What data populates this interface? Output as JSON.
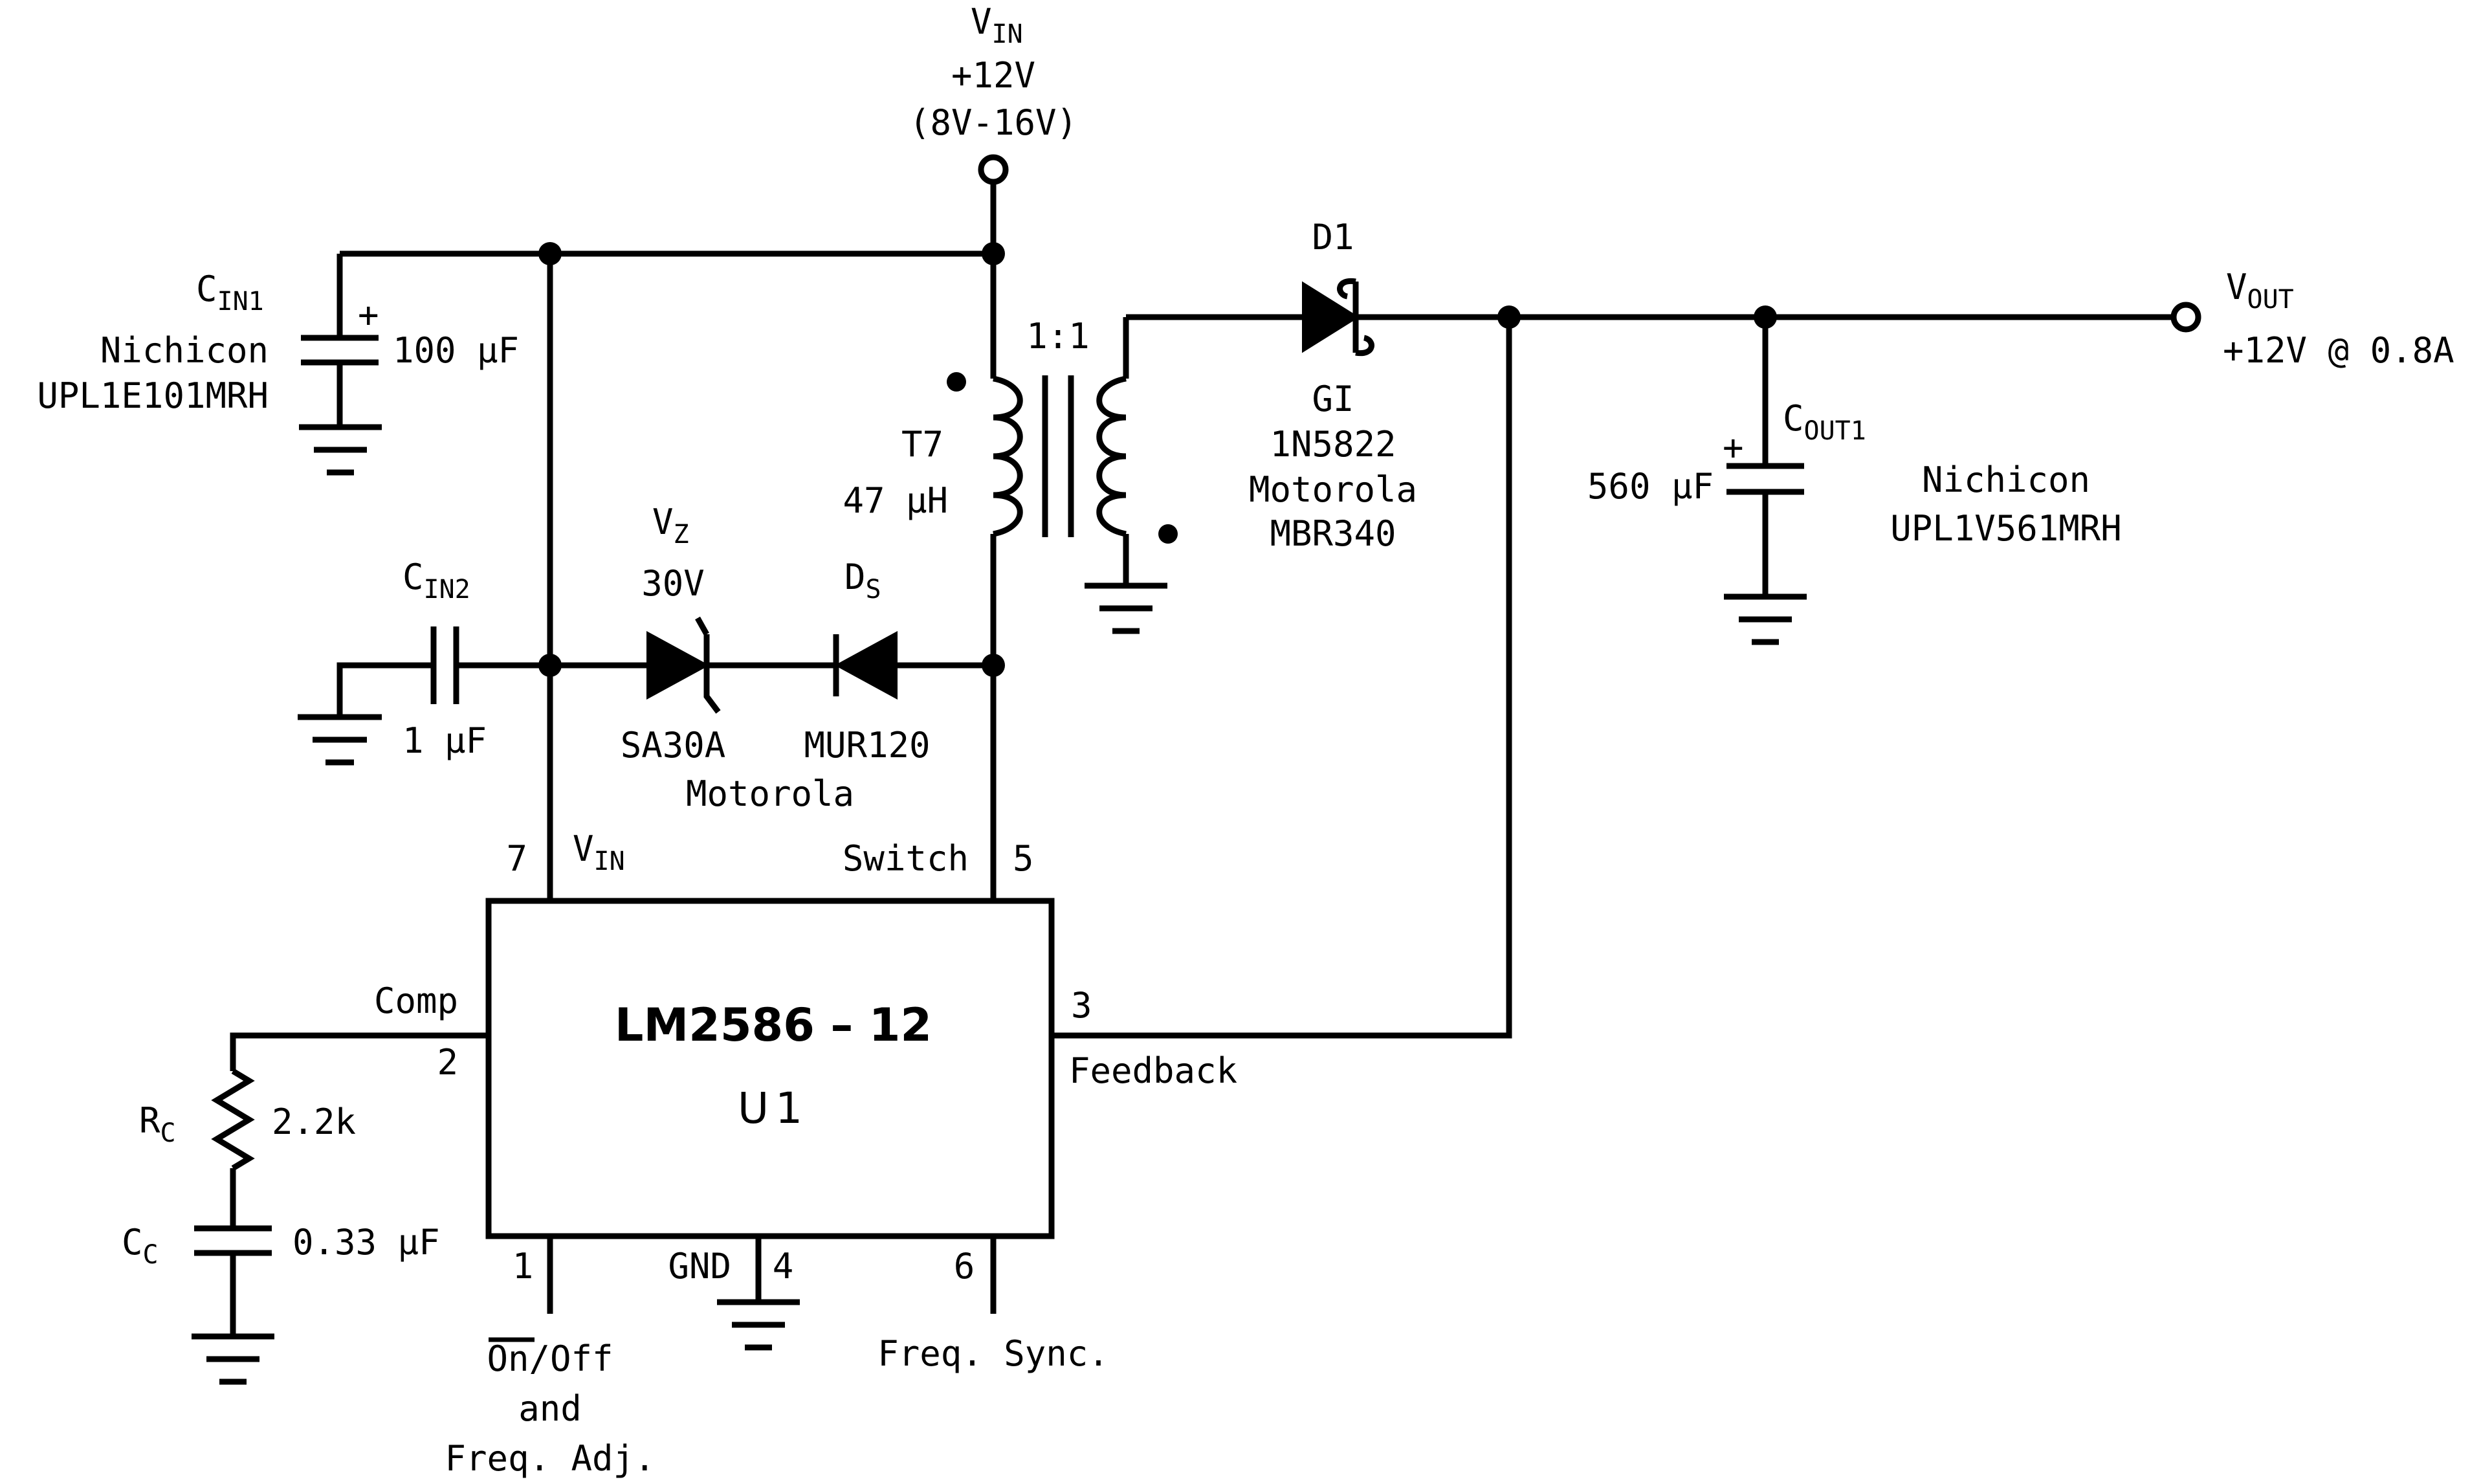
{
  "vin": {
    "symbol": "V",
    "sub": "IN",
    "voltage": "+12V",
    "range": "(8V-16V)"
  },
  "vout": {
    "symbol": "V",
    "sub": "OUT",
    "rating": "+12V @ 0.8A"
  },
  "cin1": {
    "symbol": "C",
    "sub": "IN1",
    "maker": "Nichicon",
    "part": "UPL1E101MRH",
    "value": "100 μF",
    "polarity": "+"
  },
  "cin2": {
    "symbol": "C",
    "sub": "IN2",
    "value": "1 μF"
  },
  "transformer": {
    "ratio": "1:1",
    "ref": "T7",
    "value": "47 μH"
  },
  "d1": {
    "ref": "D1",
    "maker1": "GI",
    "part1": "1N5822",
    "maker2": "Motorola",
    "part2": "MBR340"
  },
  "vz": {
    "symbol": "V",
    "sub": "Z",
    "value": "30V",
    "part": "SA30A"
  },
  "ds": {
    "symbol": "D",
    "sub": "S",
    "part": "MUR120"
  },
  "snubber_maker": "Motorola",
  "cout1": {
    "symbol": "C",
    "sub": "OUT1",
    "value": "560 μF",
    "maker": "Nichicon",
    "part": "UPL1V561MRH",
    "polarity": "+"
  },
  "rc": {
    "symbol": "R",
    "sub": "C",
    "value": "2.2k"
  },
  "cc": {
    "symbol": "C",
    "sub": "C",
    "value": "0.33 μF"
  },
  "ic": {
    "part": "LM2586 – 12",
    "ref": "U1",
    "pins": {
      "vin": {
        "num": "7",
        "symbol": "V",
        "sub": "IN"
      },
      "switch": {
        "num": "5",
        "name": "Switch"
      },
      "comp": {
        "num": "2",
        "name": "Comp"
      },
      "feedback": {
        "num": "3",
        "name": "Feedback"
      },
      "onoff": {
        "num": "1",
        "name_over": "On",
        "name_rest": "/Off",
        "line2": "and",
        "line3": "Freq. Adj."
      },
      "gnd": {
        "num": "4",
        "name": "GND"
      },
      "sync": {
        "num": "6",
        "name": "Freq. Sync."
      }
    }
  }
}
